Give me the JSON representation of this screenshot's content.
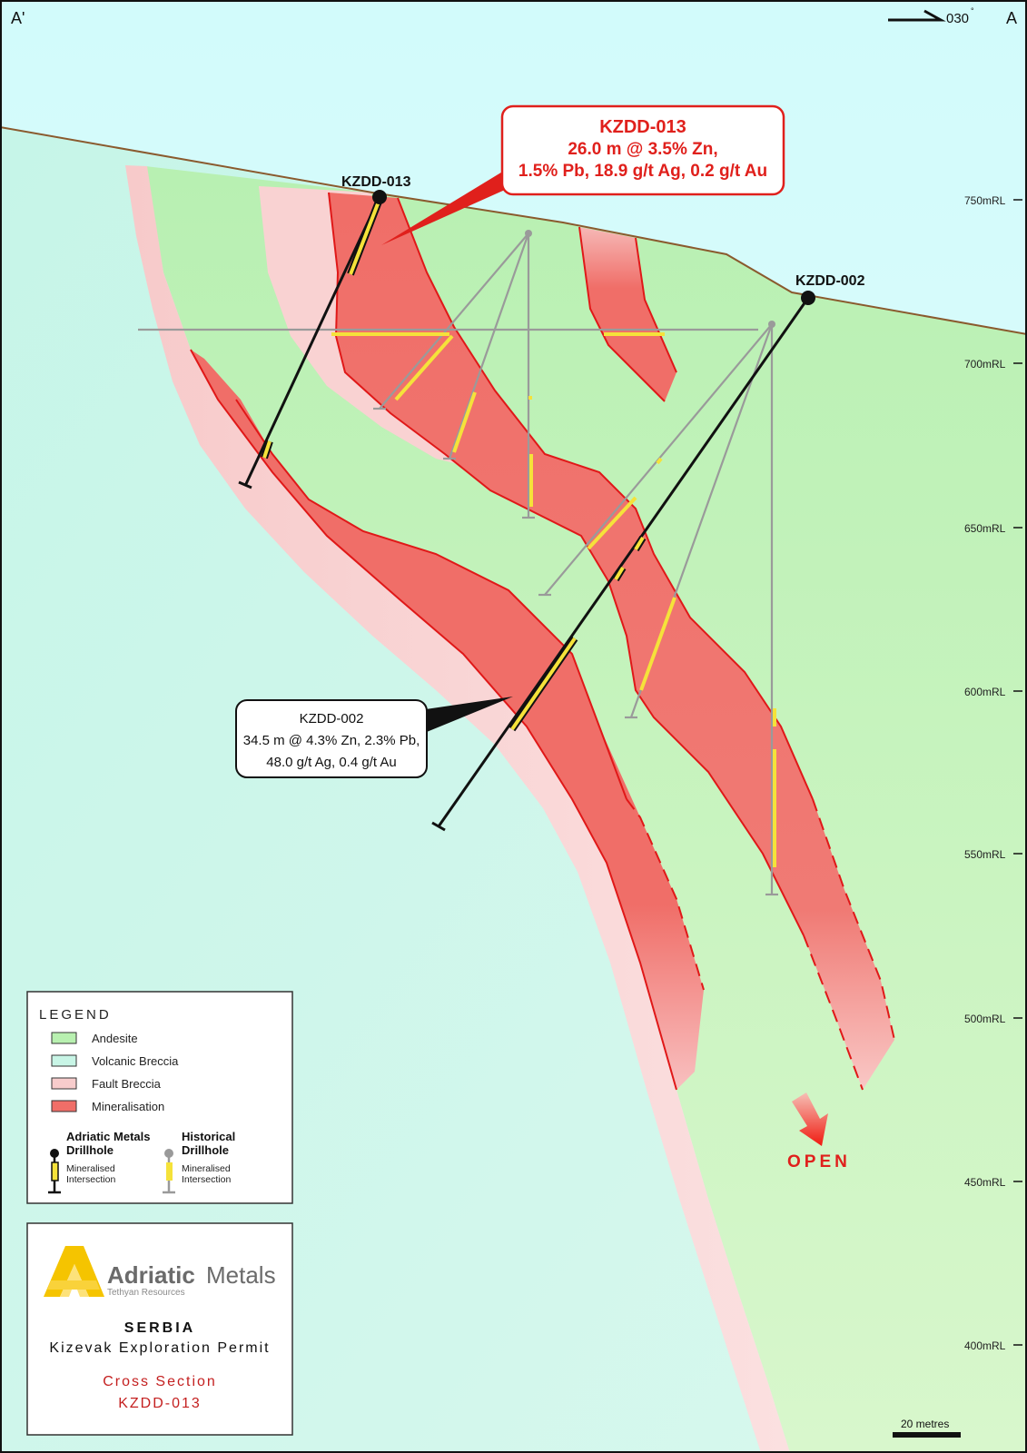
{
  "corners": {
    "left": "A'",
    "right": "A"
  },
  "north": {
    "label": "030",
    "degree_mark": "°"
  },
  "drillholes": {
    "kzdd013": {
      "label": "KZDD-013"
    },
    "kzdd002": {
      "label": "KZDD-002"
    }
  },
  "callouts": {
    "kzdd013": {
      "line1": "KZDD-013",
      "line2": "26.0 m @ 3.5% Zn,",
      "line3": "1.5% Pb, 18.9 g/t Ag,  0.2 g/t Au"
    },
    "kzdd002": {
      "line1": "KZDD-002",
      "line2": "34.5 m @ 4.3% Zn, 2.3% Pb,",
      "line3": "48.0 g/t Ag,  0.4 g/t Au"
    }
  },
  "elevations": [
    "750mRL",
    "700mRL",
    "650mRL",
    "600mRL",
    "550mRL",
    "500mRL",
    "450mRL",
    "400mRL"
  ],
  "open_label": "OPEN",
  "scale_bar": {
    "label": "20 metres"
  },
  "legend": {
    "title": "LEGEND",
    "items": [
      {
        "label": "Andesite",
        "color": "#b8f0b0"
      },
      {
        "label": "Volcanic Breccia",
        "color": "#c8f5e6"
      },
      {
        "label": "Fault Breccia",
        "color": "#f7cccc"
      },
      {
        "label": "Mineralisation",
        "color": "#f06e68"
      }
    ],
    "adriatic_title1": "Adriatic Metals",
    "adriatic_title2": "Drillhole",
    "historical_title1": "Historical",
    "historical_title2": "Drillhole",
    "mineralised1": "Mineralised",
    "mineralised2": "Intersection"
  },
  "title_block": {
    "logo_word1": "Adriatic",
    "logo_word2": "Metals",
    "logo_sub": "Tethyan Resources",
    "country": "SERBIA",
    "permit": "Kizevak Exploration Permit",
    "section1": "Cross Section",
    "section2": "KZDD-013"
  },
  "colors": {
    "andesite": "#b8f0b0",
    "volcanic_breccia": "#c8f5e6",
    "fault_breccia": "#f7cccc",
    "mineralisation": "#f06e68",
    "contact": "#e01818",
    "topography": "#8a5a2e",
    "intersection": "#f5e23a",
    "historical_hole": "#9a9a9a",
    "accent_red": "#e0201c"
  }
}
